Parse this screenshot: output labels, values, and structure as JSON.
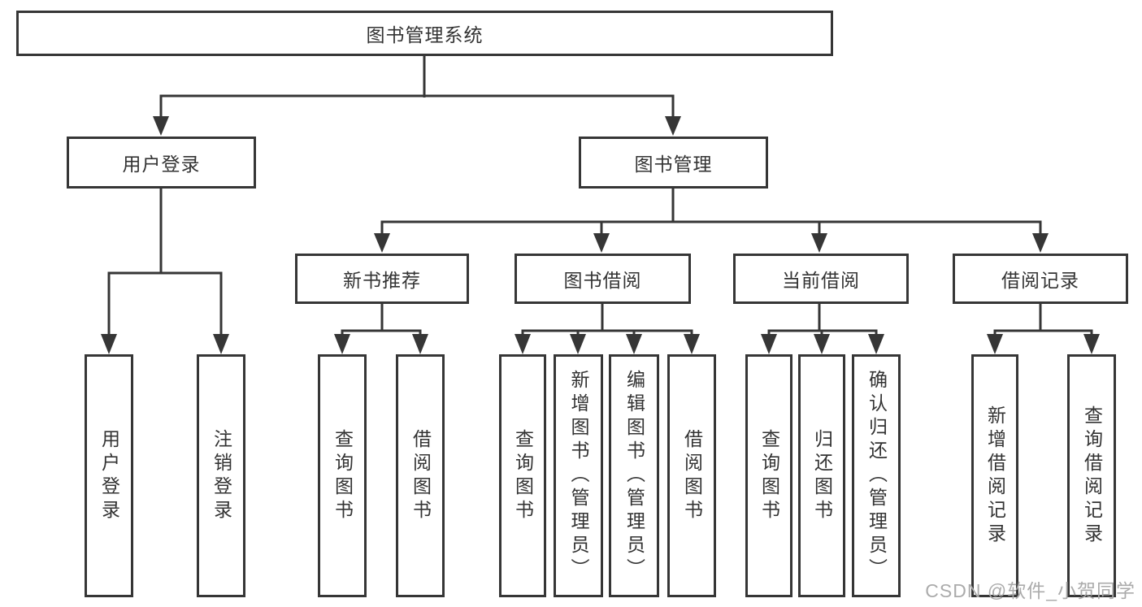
{
  "tree": {
    "label": "图书管理系统",
    "children": [
      {
        "label": "用户登录",
        "children": [
          {
            "label": "用户登录"
          },
          {
            "label": "注销登录"
          }
        ]
      },
      {
        "label": "图书管理",
        "children": [
          {
            "label": "新书推荐",
            "children": [
              {
                "label": "查询图书"
              },
              {
                "label": "借阅图书"
              }
            ]
          },
          {
            "label": "图书借阅",
            "children": [
              {
                "label": "查询图书"
              },
              {
                "label": "新增图书（管理员）"
              },
              {
                "label": "编辑图书（管理员）"
              },
              {
                "label": "借阅图书"
              }
            ]
          },
          {
            "label": "当前借阅",
            "children": [
              {
                "label": "查询图书"
              },
              {
                "label": "归还图书"
              },
              {
                "label": "确认归还（管理员）"
              }
            ]
          },
          {
            "label": "借阅记录",
            "children": [
              {
                "label": "新增借阅记录"
              },
              {
                "label": "查询借阅记录"
              }
            ]
          }
        ]
      }
    ]
  },
  "watermark": {
    "text": "CSDN @软件_小贺同学"
  },
  "colors": {
    "line": "#363636",
    "text": "#333333",
    "watermark": "#ababab",
    "background": "#ffffff"
  }
}
